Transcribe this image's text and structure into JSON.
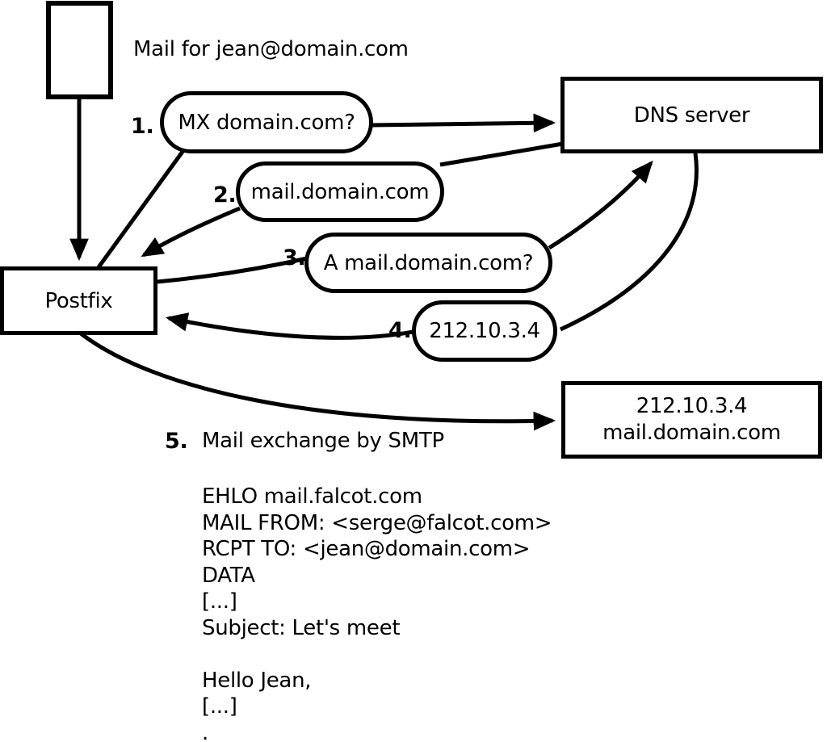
{
  "diagram": {
    "title": "Mail for jean@domain.com",
    "colors": {
      "stroke": "#000000",
      "background": "#ffffff"
    },
    "nodes": {
      "postfix": {
        "label": "Postfix"
      },
      "dns_server": {
        "label": "DNS server"
      },
      "mail_server": {
        "line1": "212.10.3.4",
        "line2": "mail.domain.com"
      }
    },
    "steps": [
      {
        "num": "1.",
        "label": "MX domain.com?"
      },
      {
        "num": "2.",
        "label": "mail.domain.com"
      },
      {
        "num": "3.",
        "label": "A mail.domain.com?"
      },
      {
        "num": "4.",
        "label": "212.10.3.4"
      },
      {
        "num": "5.",
        "label": "Mail exchange by SMTP"
      }
    ],
    "smtp_session": "EHLO mail.falcot.com\nMAIL FROM: <serge@falcot.com>\nRCPT TO: <jean@domain.com>\nDATA\n[...]\nSubject: Let's meet\n\nHello Jean,\n[...]\n."
  }
}
